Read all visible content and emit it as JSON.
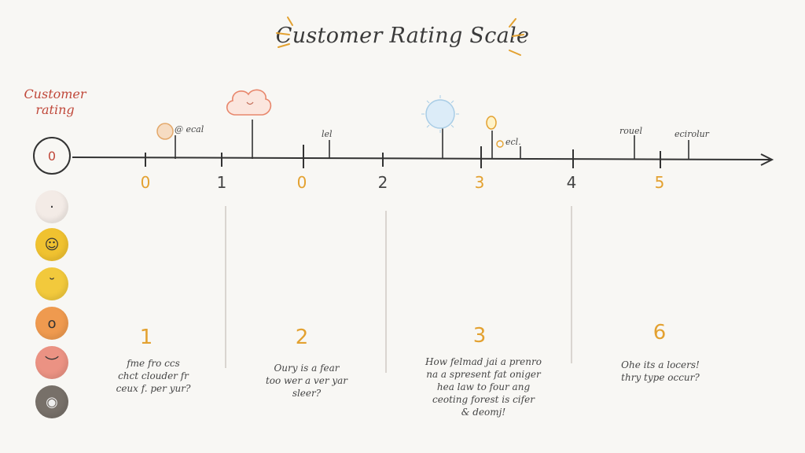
{
  "title": "Customer Rating Scale",
  "side_label": [
    "Customer",
    "rating"
  ],
  "zero_circle": "0",
  "ticks": [
    "0",
    "1",
    "0",
    "2",
    "3",
    "4",
    "5"
  ],
  "tick_colors": [
    "#e3a130",
    "#444444",
    "#e3a130",
    "#444444",
    "#e3a130",
    "#444444",
    "#e3a130"
  ],
  "markers": [
    {
      "icon": "face-icon",
      "label": "@ ecal"
    },
    {
      "icon": "cloud-icon",
      "label": ""
    },
    {
      "icon": "tag-icon",
      "label": "lel"
    },
    {
      "icon": "sun-icon",
      "label": ""
    },
    {
      "icon": "bulb-icon",
      "label": "ecl."
    },
    {
      "icon": "tag-icon",
      "label": "rouel"
    },
    {
      "icon": "tag-icon",
      "label": "ecirolur"
    }
  ],
  "faces": [
    {
      "icon": "neutral-face-icon",
      "glyph": "·",
      "color": "#f3ebe6"
    },
    {
      "icon": "happy-face-icon",
      "glyph": "☺",
      "color": "#f0c230"
    },
    {
      "icon": "content-face-icon",
      "glyph": "˘",
      "color": "#f2c93c"
    },
    {
      "icon": "surprised-face-icon",
      "glyph": "o",
      "color": "#ef9a4f"
    },
    {
      "icon": "sad-face-icon",
      "glyph": "︶",
      "color": "#eb9283"
    },
    {
      "icon": "gorilla-face-icon",
      "glyph": "◉",
      "color": "#777069"
    }
  ],
  "sections": [
    {
      "number": "1",
      "lines": [
        "fme fro ccs",
        "chct clouder fr",
        "ceux f. per yur?"
      ]
    },
    {
      "number": "2",
      "lines": [
        "Oury is a fear",
        "too wer a ver yar",
        "sleer?"
      ]
    },
    {
      "number": "3",
      "lines": [
        "How felmad jai a prenro",
        "na a spresent fat oniger",
        "hea law to four ang",
        "ceoting forest is cifer",
        "& deomj!"
      ]
    },
    {
      "number": "6",
      "lines": [
        "Ohe its a locers!",
        "thry type occur?"
      ]
    }
  ]
}
